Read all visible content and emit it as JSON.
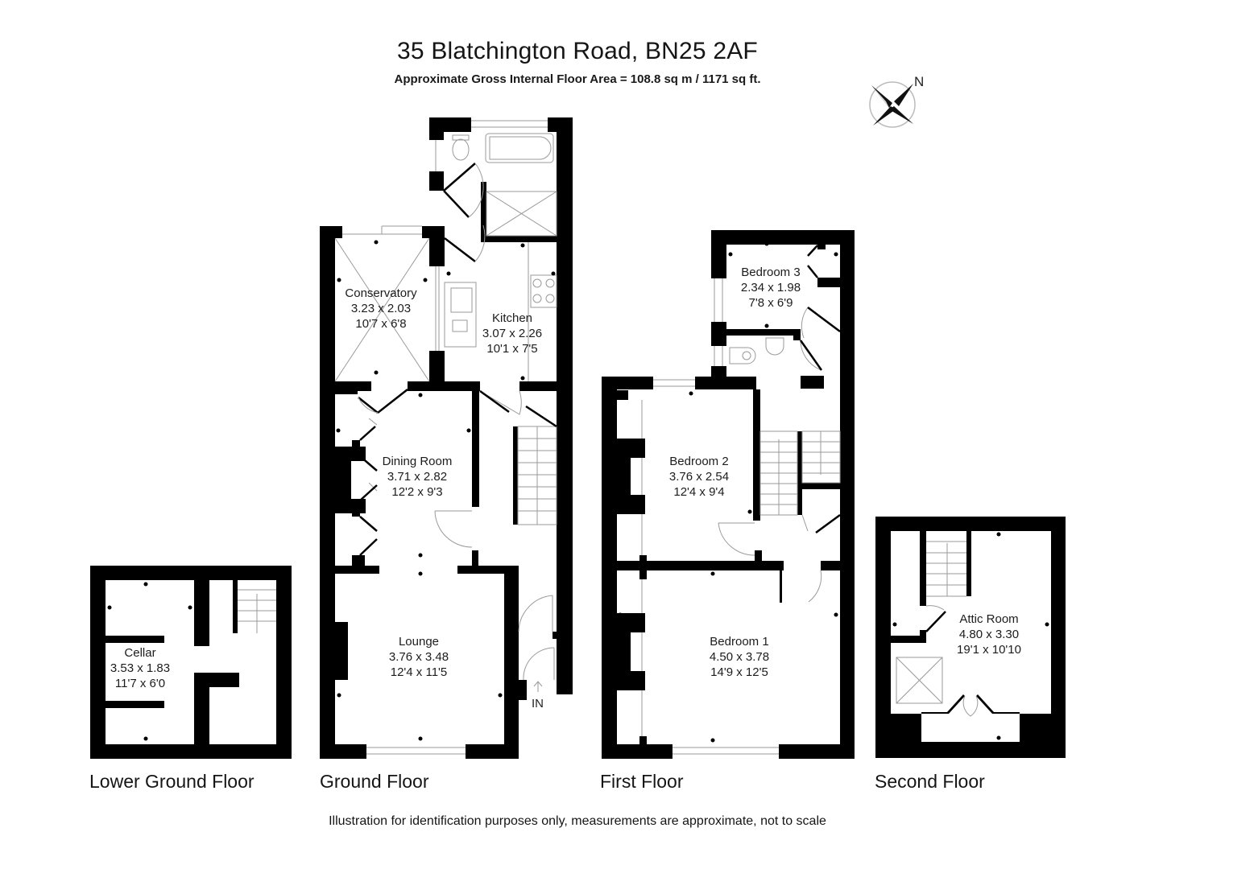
{
  "header": {
    "title": "35 Blatchington Road, BN25 2AF",
    "subtitle": "Approximate Gross Internal Floor Area = 108.8 sq m / 1171 sq ft."
  },
  "compass": {
    "icon": "compass-north-icon",
    "label": "N"
  },
  "floors": [
    {
      "name": "Lower Ground Floor",
      "rooms": [
        {
          "name": "Cellar",
          "metric": "3.53 x 1.83",
          "imperial": "11'7 x 6'0"
        }
      ]
    },
    {
      "name": "Ground Floor",
      "rooms": [
        {
          "name": "Conservatory",
          "metric": "3.23 x 2.03",
          "imperial": "10'7 x 6'8"
        },
        {
          "name": "Kitchen",
          "metric": "3.07 x 2.26",
          "imperial": "10'1 x 7'5"
        },
        {
          "name": "Dining Room",
          "metric": "3.71 x 2.82",
          "imperial": "12'2 x 9'3"
        },
        {
          "name": "Lounge",
          "metric": "3.76 x 3.48",
          "imperial": "12'4 x 11'5"
        }
      ],
      "entrance_label": "IN"
    },
    {
      "name": "First Floor",
      "rooms": [
        {
          "name": "Bedroom 3",
          "metric": "2.34 x 1.98",
          "imperial": "7'8 x 6'9"
        },
        {
          "name": "Bedroom 2",
          "metric": "3.76 x 2.54",
          "imperial": "12'4 x 9'4"
        },
        {
          "name": "Bedroom 1",
          "metric": "4.50 x 3.78",
          "imperial": "14'9 x 12'5"
        }
      ]
    },
    {
      "name": "Second Floor",
      "rooms": [
        {
          "name": "Attic Room",
          "metric": "4.80 x 3.30",
          "imperial": "19'1 x 10'10"
        }
      ]
    }
  ],
  "footer": {
    "disclaimer": "Illustration for identification purposes only, measurements are approximate, not to scale"
  },
  "colors": {
    "wall": "#000000",
    "fixture": "#9a9a9a",
    "background": "#ffffff"
  }
}
